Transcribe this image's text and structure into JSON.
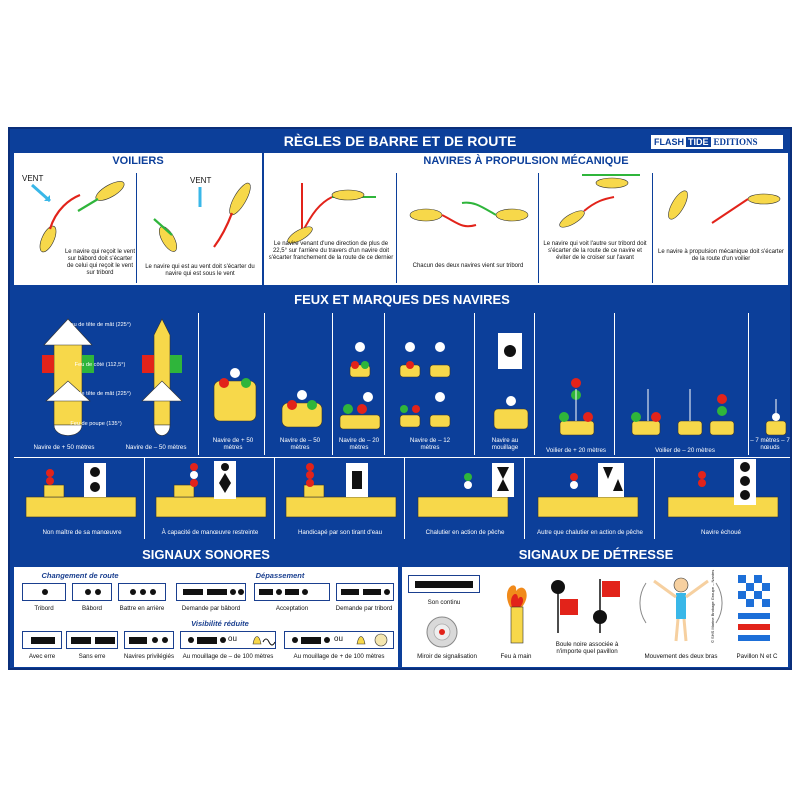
{
  "title": "RÈGLES DE BARRE ET DE ROUTE",
  "brand": {
    "flash": "FLASH",
    "tide": "TIDE",
    "editions": "EDITIONS"
  },
  "colors": {
    "blue": "#0c3f9a",
    "yellow": "#f7d84a",
    "green": "#2fb53b",
    "red": "#e2231a"
  },
  "voiliers": {
    "title": "VOILIERS",
    "wind": "VENT",
    "captions": [
      "Le navire qui reçoit le vent sur bâbord doit s'écarter de celui qui reçoit le vent sur tribord",
      "Le navire qui est au vent doit s'écarter du navire qui est sous le vent"
    ]
  },
  "mecanique": {
    "title": "NAVIRES À PROPULSION MÉCANIQUE",
    "captions": [
      "Le navire venant d'une direction de plus de 22,5° sur l'arrière du travers d'un navire doit s'écarter franchement de la route de ce dernier",
      "Chacun des deux navires vient sur tribord",
      "Le navire qui voit l'autre sur tribord doit s'écarter de la route de ce navire et éviter de le croiser sur l'avant",
      "Le navire à propulsion mécanique doit s'écarter de la route d'un voilier"
    ]
  },
  "feux": {
    "title": "FEUX ET MARQUES DES NAVIRES",
    "diagram_labels": [
      "Feu de tête de mât (225°)",
      "Feu de côté (112,5°)",
      "Feu de tête de mât (225°)",
      "Feu de poupe (135°)"
    ],
    "row1": [
      "Navire de + 50 mètres",
      "Navire de – 50 mètres",
      "Navire de + 50 mètres",
      "Navire de – 50 mètres",
      "Navire de – 20 mètres",
      "Navire de – 12 mètres",
      "Navire au mouillage",
      "Voilier de + 20 mètres",
      "Voilier de – 20 mètres",
      "– 7 mètres – 7 nœuds"
    ],
    "row2": [
      "Non maître de sa manœuvre",
      "À capacité de manœuvre restreinte",
      "Handicapé par son tirant d'eau",
      "Chalutier en action de pêche",
      "Autre que chalutier en action de pêche",
      "Navire échoué"
    ]
  },
  "sonores": {
    "title": "SIGNAUX SONORES",
    "changement": "Changement de route",
    "depassement": "Dépassement",
    "visibilite": "Visibilité réduite",
    "labels": [
      "Tribord",
      "Bâbord",
      "Battre en arrière",
      "Demande par bâbord",
      "Acceptation",
      "Demande par tribord",
      "Avec erre",
      "Sans erre",
      "Navires privilégiés",
      "Au mouillage de – de 100 mètres",
      "Au mouillage de + de 100 mètres"
    ],
    "ou": "ou"
  },
  "detresse": {
    "title": "SIGNAUX DE DÉTRESSE",
    "labels": [
      "Son continu",
      "Miroir de signalisation",
      "Feu à main",
      "Boule noire associée à n'importe quel pavillon",
      "Mouvement des deux bras",
      "Pavillon N et C"
    ]
  },
  "copyright": "© SHS Marine Brokage Groupe – Nantes"
}
